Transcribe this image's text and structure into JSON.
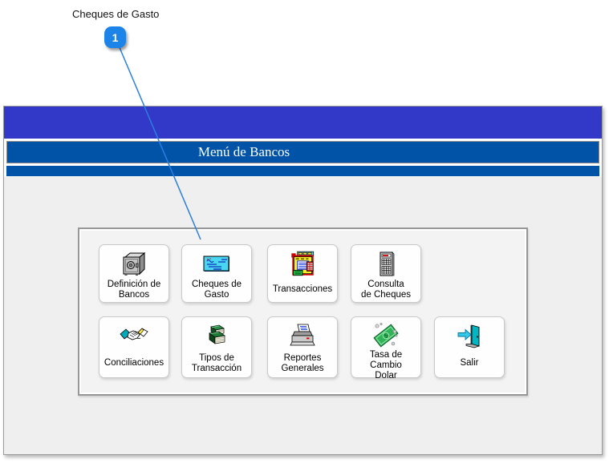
{
  "annotation": {
    "label": "Cheques de Gasto",
    "badge_number": "1"
  },
  "window": {
    "title": "Menú de Bancos",
    "menu_buttons": [
      {
        "label": "Definición de\nBancos",
        "icon": "safe-icon"
      },
      {
        "label": "Cheques de\nGasto",
        "icon": "cheque-icon"
      },
      {
        "label": "Transacciones",
        "icon": "ledger-icon"
      },
      {
        "label": "Consulta\nde Cheques",
        "icon": "calculator-icon"
      },
      {
        "label": "Conciliaciones",
        "icon": "handshake-icon"
      },
      {
        "label": "Tipos de\nTransacción",
        "icon": "books-icon"
      },
      {
        "label": "Reportes\nGenerales",
        "icon": "printer-icon"
      },
      {
        "label": "Tasa de Cambio\nDolar",
        "icon": "dollar-bill-icon"
      },
      {
        "label": "Salir",
        "icon": "exit-door-icon"
      }
    ]
  },
  "colors": {
    "top_band": "#3238c8",
    "title_band": "#0053a6",
    "callout_accent": "#1c83e8",
    "content_background": "#efefef"
  }
}
